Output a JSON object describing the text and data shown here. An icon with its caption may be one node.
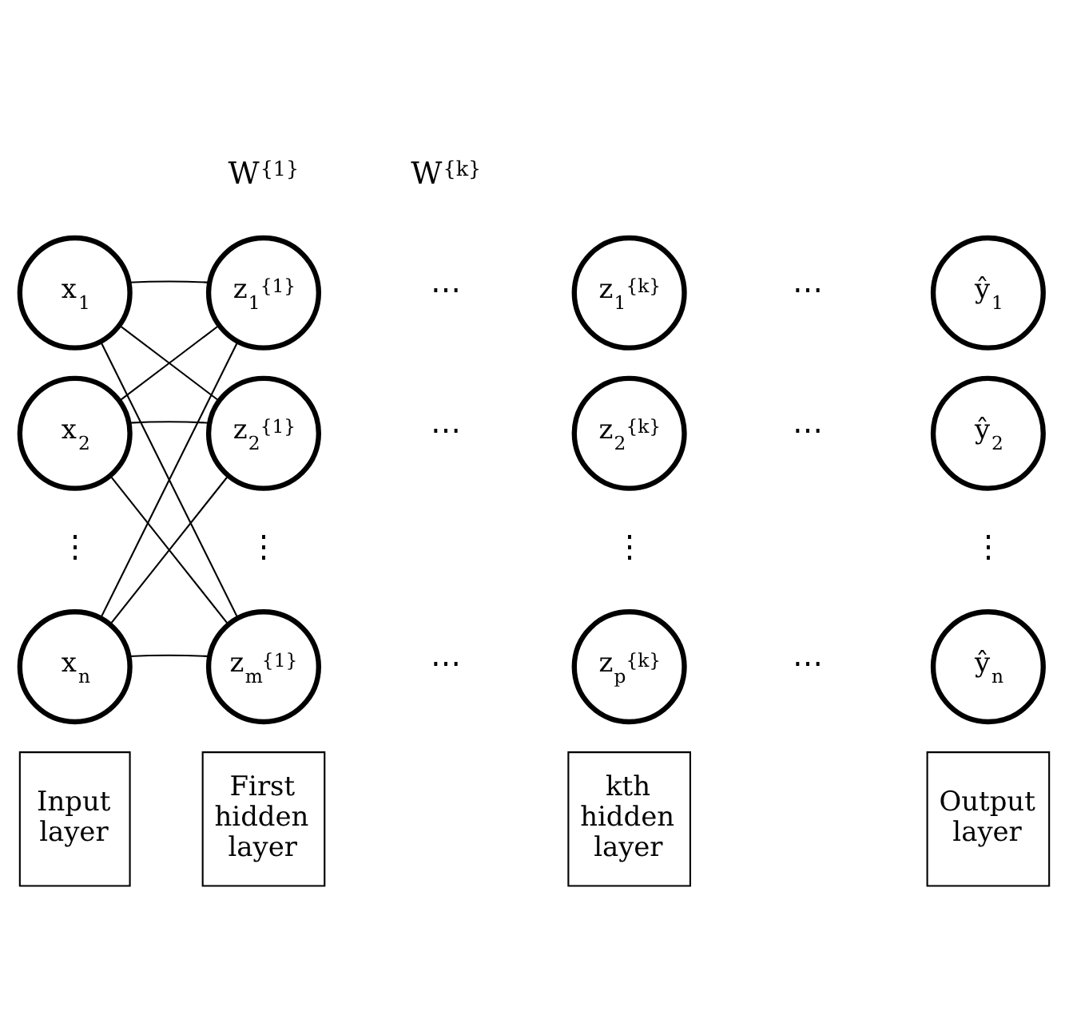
{
  "diagram": {
    "nodes": [
      {
        "text": [
          "x$_{1}$"
        ]
      },
      {
        "text": [
          "x$_{2}$"
        ]
      },
      {
        "text": [
          "x$_{n}$"
        ]
      },
      {
        "text": [
          "z$_{1}$",
          "{1}"
        ]
      },
      {
        "text": [
          "z$_{2}$",
          "{1}"
        ]
      },
      {
        "text": [
          "z$_{m}$",
          "{1}"
        ]
      },
      {
        "text": [
          "z$_{1}$",
          "{k}"
        ]
      },
      {
        "text": [
          "z$_{2}$",
          "{k}"
        ]
      },
      {
        "text": [
          "z$_{p}$",
          "{k}"
        ]
      },
      {
        "text": [
          "ŷ$_{1}$"
        ]
      },
      {
        "text": [
          "ŷ$_{2}$"
        ]
      },
      {
        "text": [
          "ŷ$_{n}$"
        ]
      },
      {
        "text": [
          "Input layer"
        ]
      },
      {
        "text": [
          "First hidden layer"
        ]
      },
      {
        "text": [
          "kth hidden layer"
        ]
      },
      {
        "text": [
          "Output layer"
        ]
      }
    ],
    "edges": [
      {
        "from": 0,
        "to": 3,
        "arrow": "none"
      },
      {
        "from": 0,
        "to": 4,
        "arrow": "none"
      },
      {
        "from": 0,
        "to": 5,
        "arrow": "none"
      },
      {
        "from": 1,
        "to": 3,
        "arrow": "none"
      },
      {
        "from": 1,
        "to": 4,
        "arrow": "none"
      },
      {
        "from": 1,
        "to": 5,
        "arrow": "none"
      },
      {
        "from": 2,
        "to": 3,
        "arrow": "none"
      },
      {
        "from": 2,
        "to": 4,
        "arrow": "none"
      },
      {
        "from": 2,
        "to": 5,
        "arrow": "none"
      }
    ],
    "labels": [
      "W",
      "{1}",
      "W",
      "{k}",
      "⋯",
      "⋯",
      "⋯",
      "⋯",
      "⋮",
      "⋮",
      "⋯",
      "⋯",
      "⋮",
      "⋮"
    ]
  }
}
